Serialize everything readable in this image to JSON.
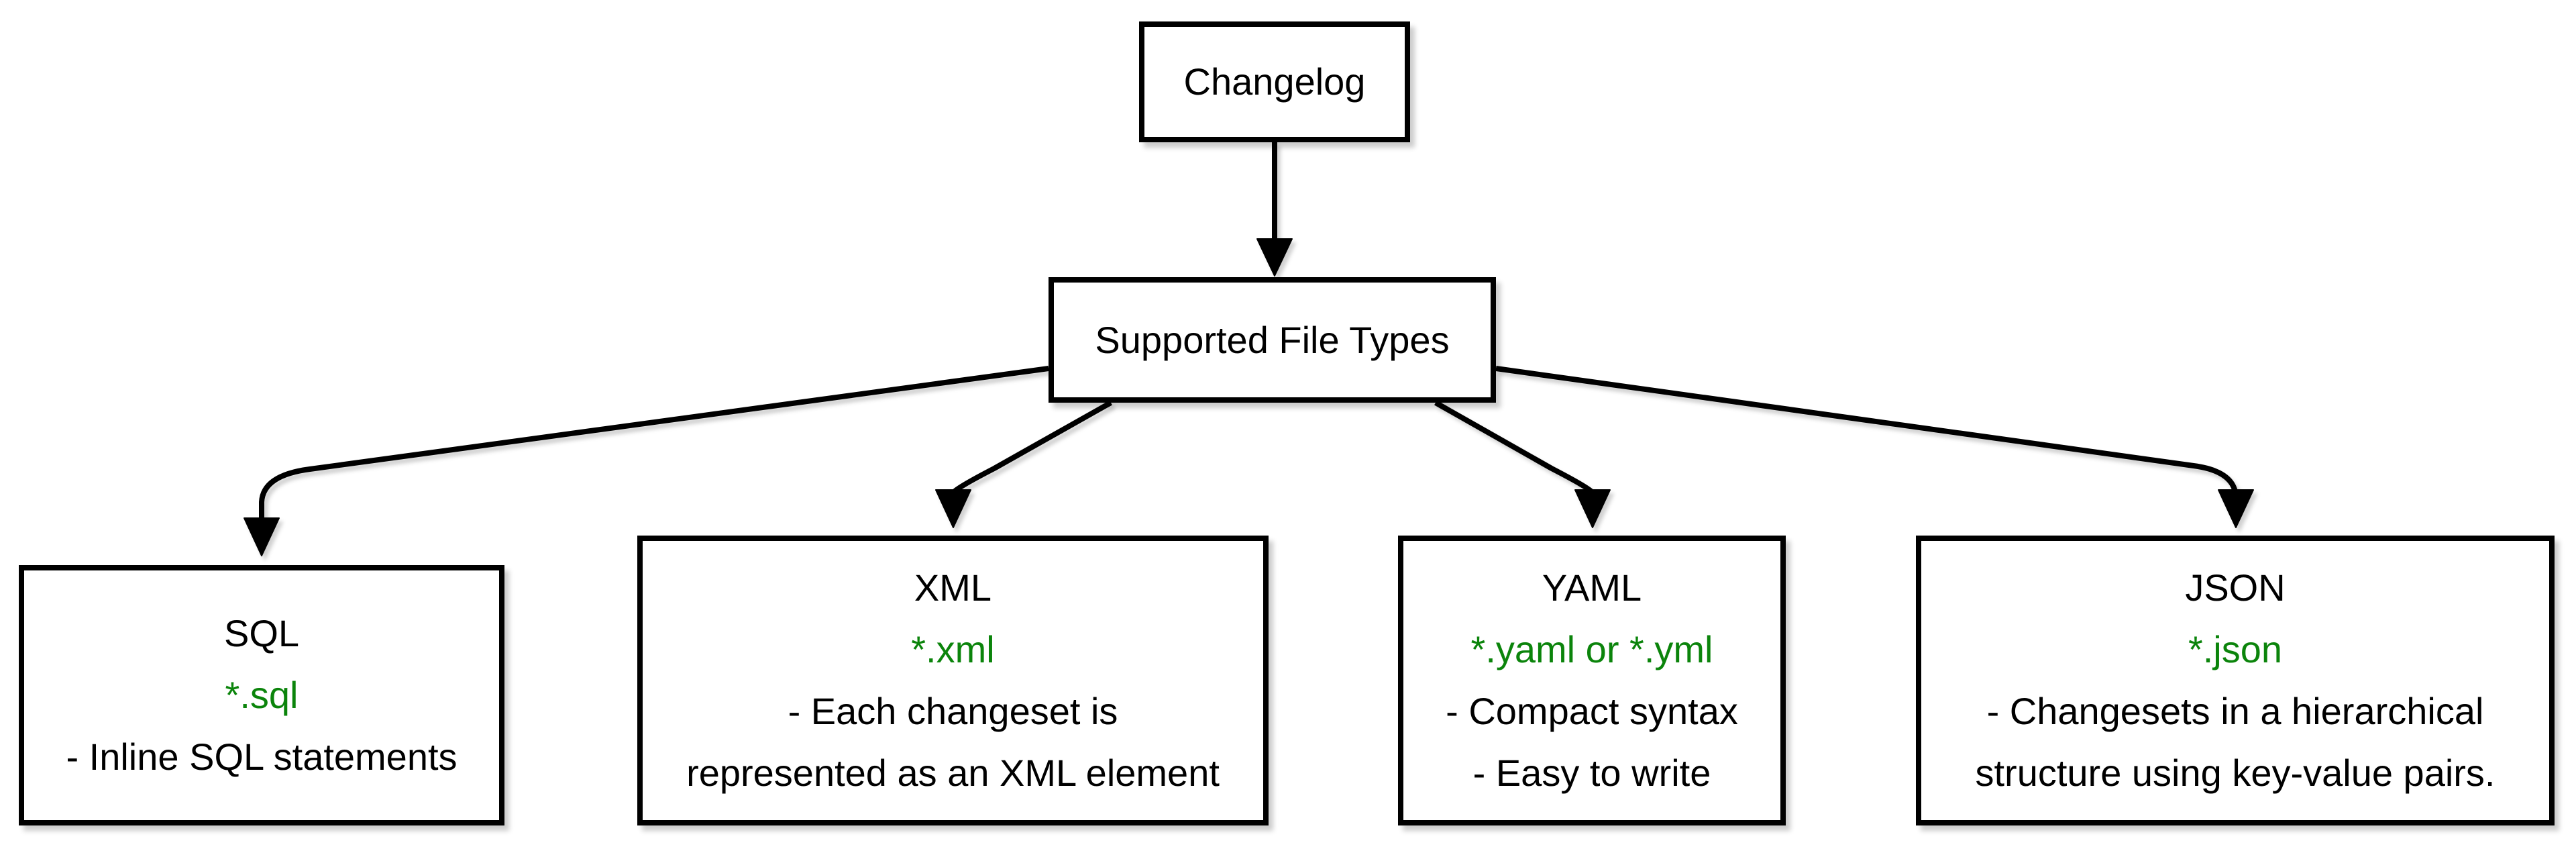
{
  "diagram": {
    "type": "flowchart",
    "background": "#ffffff",
    "colors": {
      "box_fill": "#ffffff",
      "box_border": "#000000",
      "text": "#000000",
      "file_pattern_green": "#0b840b",
      "arrow": "#000000"
    },
    "nodes": {
      "changelog": {
        "label": "Changelog"
      },
      "supported_file_types": {
        "label": "Supported File Types"
      },
      "sql": {
        "title": "SQL",
        "file_pattern": "*.sql",
        "description_lines": [
          "- Inline SQL statements"
        ]
      },
      "xml": {
        "title": "XML",
        "file_pattern": "*.xml",
        "description_lines": [
          "- Each changeset is",
          "represented as an XML element"
        ]
      },
      "yaml": {
        "title": "YAML",
        "file_pattern": "*.yaml or *.yml",
        "description_lines": [
          "- Compact syntax",
          "- Easy to write"
        ]
      },
      "json": {
        "title": "JSON",
        "file_pattern": "*.json",
        "description_lines": [
          "- Changesets in a hierarchical",
          "structure using key-value pairs."
        ]
      }
    },
    "edges": [
      {
        "from": "Changelog",
        "to": "Supported File Types"
      },
      {
        "from": "Supported File Types",
        "to": "SQL"
      },
      {
        "from": "Supported File Types",
        "to": "XML"
      },
      {
        "from": "Supported File Types",
        "to": "YAML"
      },
      {
        "from": "Supported File Types",
        "to": "JSON"
      }
    ]
  }
}
